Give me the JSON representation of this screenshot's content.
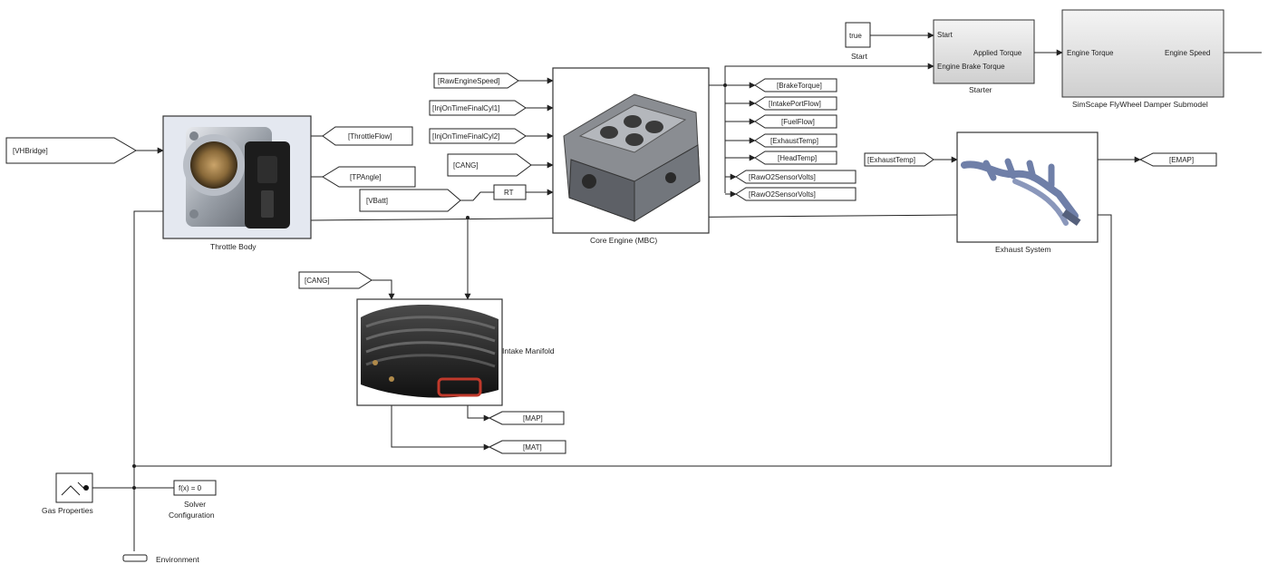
{
  "blocks": {
    "throttle_body": "Throttle Body",
    "core_engine": "Core Engine (MBC)",
    "exhaust_system": "Exhaust System",
    "intake_manifold": "Intake Manifold",
    "starter": "Starter",
    "flywheel": "SimScape FlyWheel Damper Submodel",
    "start_const_value": "true",
    "start_const_label": "Start",
    "gas_properties": "Gas Properties",
    "solver_line1": "Solver",
    "solver_line2": "Configuration",
    "solver_glyph": "f(x) = 0",
    "environment": "Environment",
    "rt_block": "RT"
  },
  "ports": {
    "starter_in1": "Start",
    "starter_in2": "Engine Brake Torque",
    "starter_out": "Applied Torque",
    "flywheel_in": "Engine Torque",
    "flywheel_out": "Engine Speed"
  },
  "from_tags": {
    "vhbridge": "[VHBridge]",
    "raw_engine_speed": "[RawEngineSpeed]",
    "inj_time_1": "[InjOnTimeFinalCyl1]",
    "inj_time_2": "[InjOnTimeFinalCyl2]",
    "cang_core": "[CANG]",
    "vbatt": "[VBatt]",
    "exhaust_temp_in": "[ExhaustTemp]",
    "cang_intake": "[CANG]"
  },
  "goto_tags": {
    "throttle_flow": "[ThrottleFlow]",
    "tp_angle": "[TPAngle]",
    "brake_torque": "[BrakeTorque]",
    "intake_port_flow": "[IntakePortFlow]",
    "fuel_flow": "[FuelFlow]",
    "exhaust_temp": "[ExhaustTemp]",
    "head_temp": "[HeadTemp]",
    "rawo2_sensor1": "[RawO2SensorVolts]",
    "rawo2_sensor2": "[RawO2SensorVolts]",
    "emap": "[EMAP]",
    "map": "[MAP]",
    "mat": "[MAT]"
  }
}
